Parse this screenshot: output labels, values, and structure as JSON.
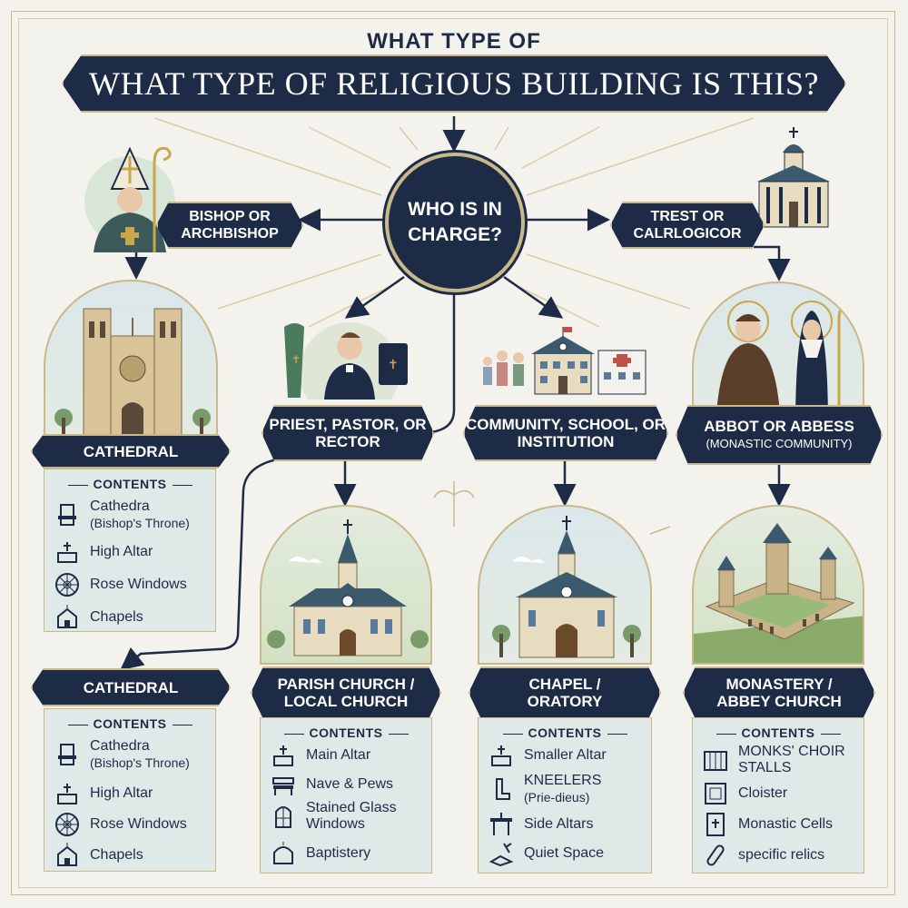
{
  "title_small": "WHAT TYPE OF",
  "title_main": "WHAT TYPE OF RELIGIOUS BUILDING IS THIS?",
  "center_question": "WHO IS IN CHARGE?",
  "leaders": {
    "bishop": "BISHOP OR ARCHBISHOP",
    "trest": "TREST OR CALRLOGICOR",
    "priest": "PRIEST, PASTOR, OR RECTOR",
    "community": "COMMUNITY, SCHOOL, OR INSTITUTION",
    "abbot_line1": "ABBOT OR ABBESS",
    "abbot_line2": "(MONASTIC COMMUNITY)"
  },
  "contents_label": "CONTENTS",
  "buildings": {
    "cathedral_top": {
      "name": "CATHEDRAL",
      "items": [
        {
          "text": "Cathedra",
          "sub": "(Bishop's Throne)",
          "icon": "throne-icon"
        },
        {
          "text": "High Altar",
          "sub": "",
          "icon": "altar-icon"
        },
        {
          "text": "Rose Windows",
          "sub": "",
          "icon": "rose-window-icon"
        },
        {
          "text": "Chapels",
          "sub": "",
          "icon": "chapel-icon"
        }
      ]
    },
    "cathedral_bottom": {
      "name": "CATHEDRAL",
      "items": [
        {
          "text": "Cathedra",
          "sub": "(Bishop's Throne)",
          "icon": "throne-icon"
        },
        {
          "text": "High Altar",
          "sub": "",
          "icon": "altar-icon"
        },
        {
          "text": "Rose Windows",
          "sub": "",
          "icon": "rose-window-icon"
        },
        {
          "text": "Chapels",
          "sub": "",
          "icon": "chapel-icon"
        }
      ]
    },
    "parish": {
      "name_line1": "PARISH CHURCH /",
      "name_line2": "LOCAL CHURCH",
      "items": [
        {
          "text": "Main Altar",
          "sub": "",
          "icon": "altar-icon"
        },
        {
          "text": "Nave & Pews",
          "sub": "",
          "icon": "pew-icon"
        },
        {
          "text": "Stained Glass Windows",
          "sub": "",
          "icon": "stained-glass-icon"
        },
        {
          "text": "Baptistery",
          "sub": "",
          "icon": "baptistery-icon"
        }
      ]
    },
    "chapel": {
      "name_line1": "CHAPEL /",
      "name_line2": "ORATORY",
      "items": [
        {
          "text": "Smaller Altar",
          "sub": "",
          "icon": "altar-icon"
        },
        {
          "text": "KNEELERS",
          "sub": "(Prie-dieus)",
          "icon": "kneeler-icon"
        },
        {
          "text": "Side Altars",
          "sub": "",
          "icon": "side-altar-icon"
        },
        {
          "text": "Quiet Space",
          "sub": "",
          "icon": "quiet-space-icon"
        }
      ]
    },
    "monastery": {
      "name_line1": "MONASTERY /",
      "name_line2": "ABBEY CHURCH",
      "items": [
        {
          "text": "MONKS' CHOIR STALLS",
          "sub": "",
          "icon": "choir-stalls-icon"
        },
        {
          "text": "Cloister",
          "sub": "",
          "icon": "cloister-icon"
        },
        {
          "text": "Monastic Cells",
          "sub": "",
          "icon": "cell-icon"
        },
        {
          "text": "specific relics",
          "sub": "",
          "icon": "relic-icon"
        }
      ]
    }
  },
  "colors": {
    "navy": "#1e2b46",
    "gold": "#c9b98a",
    "panel": "#dfe9e8",
    "background": "#f4f2ec"
  }
}
